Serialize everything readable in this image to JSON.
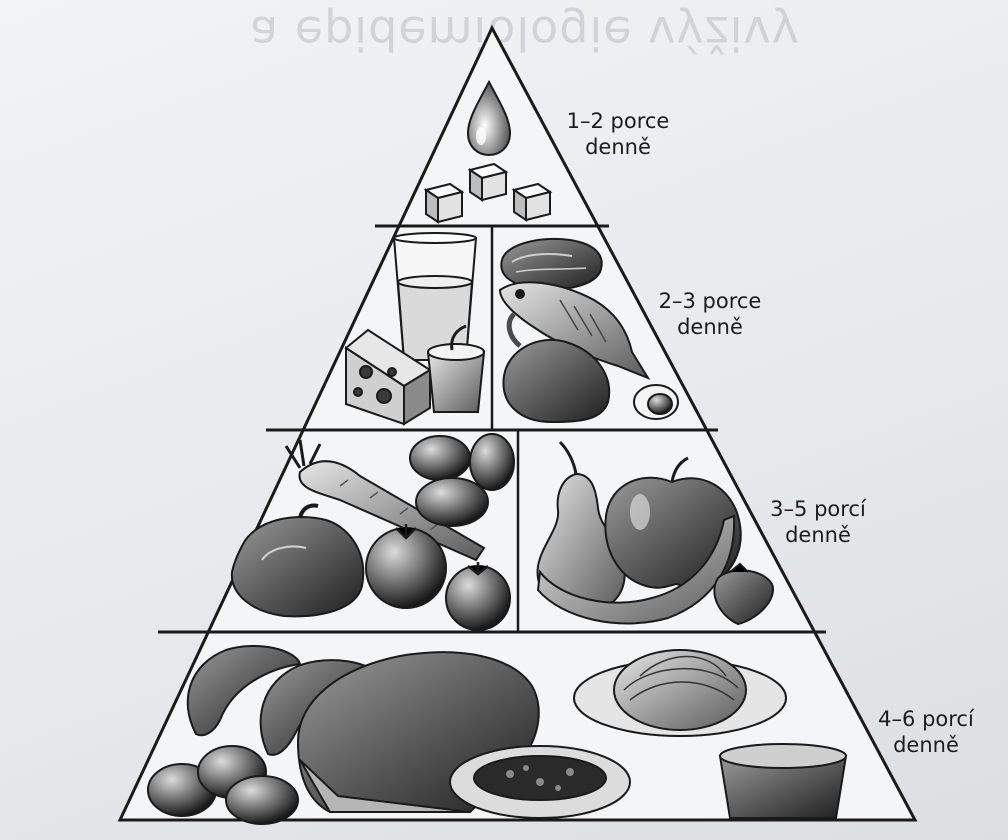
{
  "header_bleed_text": "a epidemiologie výživy",
  "tiers": [
    {
      "id": "tier-1",
      "servings": "1–2 porce",
      "frequency": "denně",
      "foods": [
        "water-drop",
        "sugar-cubes"
      ]
    },
    {
      "id": "tier-2",
      "servings": "2–3 porce",
      "frequency": "denně",
      "foods": [
        "milk-glass",
        "cheese",
        "yogurt",
        "meat",
        "fish",
        "chicken",
        "egg"
      ]
    },
    {
      "id": "tier-3",
      "servings": "3–5 porcí",
      "frequency": "denně",
      "foods": [
        "carrot",
        "potatoes",
        "pepper",
        "tomatoes",
        "pear",
        "apple",
        "banana",
        "strawberry"
      ]
    },
    {
      "id": "tier-4",
      "servings": "4–6 porcí",
      "frequency": "denně",
      "foods": [
        "croissants",
        "rolls",
        "bread-loaf",
        "spaghetti",
        "beans",
        "rice"
      ]
    }
  ]
}
